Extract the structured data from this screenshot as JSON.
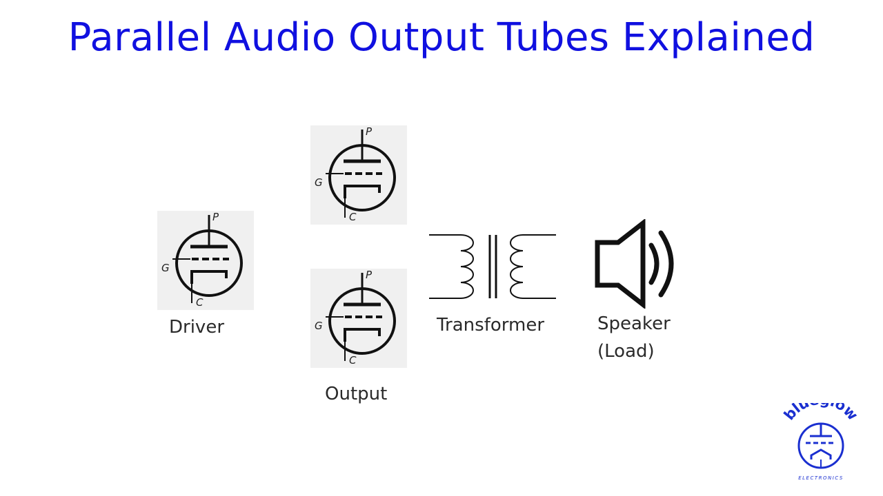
{
  "title": "Parallel Audio Output Tubes Explained",
  "colors": {
    "title": "#1010e0",
    "logo": "#1a2fd0",
    "symbol": "#111111",
    "tube_background": "#f0f0f0",
    "label": "#2a2a2a"
  },
  "tube_pin_labels": {
    "plate": "P",
    "grid": "G",
    "cathode": "C"
  },
  "labels": {
    "driver": "Driver",
    "output": "Output",
    "transformer": "Transformer",
    "speaker_line1": "Speaker",
    "speaker_line2": "(Load)"
  },
  "logo": {
    "brand": "blueglow",
    "subtitle": "ELECTRONICS"
  }
}
